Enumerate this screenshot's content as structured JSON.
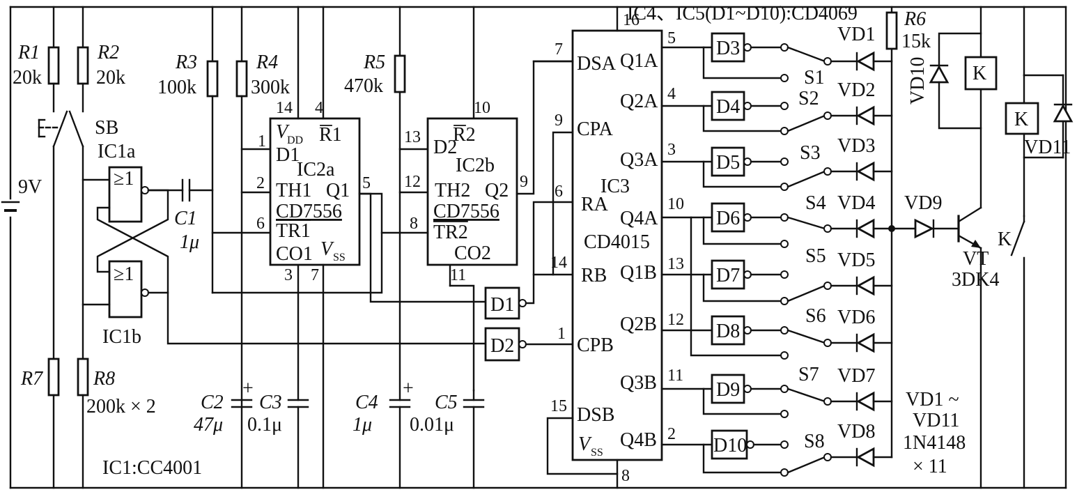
{
  "header": {
    "ic_note": "IC4、IC5(D1~D10):CD4069"
  },
  "battery": {
    "label": "9V"
  },
  "switch_sb": {
    "label": "SB"
  },
  "resistors": [
    {
      "ref": "R1",
      "value": "20k"
    },
    {
      "ref": "R2",
      "value": "20k"
    },
    {
      "ref": "R3",
      "value": "100k"
    },
    {
      "ref": "R4",
      "value": "300k"
    },
    {
      "ref": "R5",
      "value": "470k"
    },
    {
      "ref": "R6",
      "value": "15k"
    },
    {
      "ref": "R7",
      "value": ""
    },
    {
      "ref": "R8",
      "value": "200k × 2"
    }
  ],
  "capacitors": [
    {
      "ref": "C1",
      "value": "1μ"
    },
    {
      "ref": "C2",
      "value": "47μ"
    },
    {
      "ref": "C3",
      "value": "0.1μ"
    },
    {
      "ref": "C4",
      "value": "1μ"
    },
    {
      "ref": "C5",
      "value": "0.01μ"
    }
  ],
  "ic1": {
    "gate_a": "IC1a",
    "gate_b": "IC1b",
    "gate_symbol": "≥1",
    "note": "IC1:CC4001"
  },
  "ic2a": {
    "name": "IC2a",
    "part": "CD7556",
    "pins": [
      "VDD",
      "R1",
      "D1",
      "TH1",
      "Q1",
      "TR1",
      "CO1",
      "VSS"
    ],
    "pin_numbers": [
      "14",
      "4",
      "1",
      "2",
      "5",
      "6",
      "3",
      "7"
    ]
  },
  "ic2b": {
    "name": "IC2b",
    "part": "CD7556",
    "pins": [
      "R2",
      "D2",
      "TH2",
      "Q2",
      "TR2",
      "CO2"
    ],
    "pin_numbers": [
      "10",
      "13",
      "12",
      "9",
      "8",
      "11"
    ]
  },
  "ic3": {
    "name": "IC3",
    "part": "CD4015",
    "left_pins": [
      [
        "7",
        "DSA"
      ],
      [
        "9",
        "CPA"
      ],
      [
        "6",
        "RA"
      ],
      [
        "14",
        "RB"
      ],
      [
        "1",
        "CPB"
      ],
      [
        "15",
        "DSB"
      ]
    ],
    "right_pins": [
      [
        "5",
        "Q1A"
      ],
      [
        "4",
        "Q2A"
      ],
      [
        "3",
        "Q3A"
      ],
      [
        "10",
        "Q4A"
      ],
      [
        "13",
        "Q1B"
      ],
      [
        "12",
        "Q2B"
      ],
      [
        "11",
        "Q3B"
      ],
      [
        "2",
        "Q4B"
      ]
    ],
    "vdd_pin": "16",
    "vss_pin": "8",
    "vss_label": "VSS"
  },
  "inverters": [
    "D1",
    "D2",
    "D3",
    "D4",
    "D5",
    "D6",
    "D7",
    "D8",
    "D9",
    "D10"
  ],
  "switches": [
    "S1",
    "S2",
    "S3",
    "S4",
    "S5",
    "S6",
    "S7",
    "S8"
  ],
  "diodes": [
    "VD1",
    "VD2",
    "VD3",
    "VD4",
    "VD5",
    "VD6",
    "VD7",
    "VD8",
    "VD9",
    "VD10",
    "VD11"
  ],
  "diode_note": [
    "VD1 ~",
    "VD11",
    "1N4148",
    "× 11"
  ],
  "transistor": {
    "ref": "VT",
    "part": "3DK4"
  },
  "relay": {
    "label": "K",
    "contact_label": "K"
  }
}
